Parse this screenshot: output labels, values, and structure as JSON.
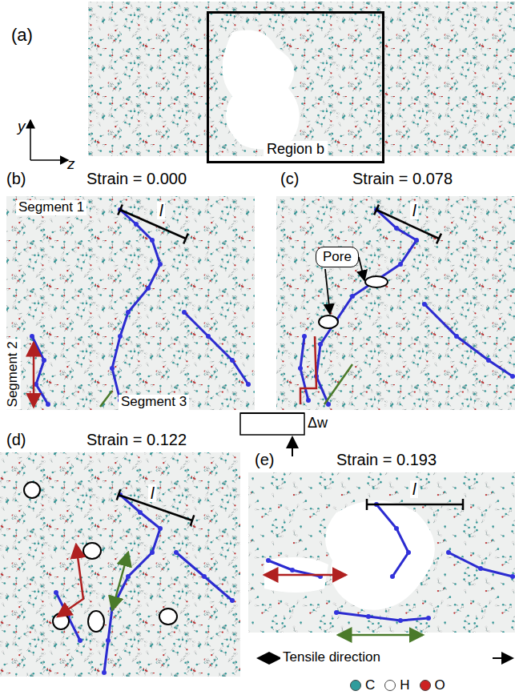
{
  "diagram": {
    "nodes": [
      {
        "text": [
          "Region b"
        ]
      },
      {
        "text": [
          "Pore"
        ]
      }
    ],
    "labels": [
      "(a)",
      "y",
      "z",
      "(b)",
      "Strain = 0.000",
      "Segment 1",
      "l",
      "Segment 2",
      "Segment 3",
      "(c)",
      "Strain = 0.078",
      "l",
      "Δw",
      "(d)",
      "Strain = 0.122",
      "l",
      "(e)",
      "Strain = 0.193",
      "l",
      "Tensile direction"
    ],
    "legend": [
      {
        "text": "C",
        "color": "#2f9c9c"
      },
      {
        "text": "H",
        "color": "#ffffff"
      },
      {
        "text": "O",
        "color": "#cc2222"
      }
    ]
  }
}
